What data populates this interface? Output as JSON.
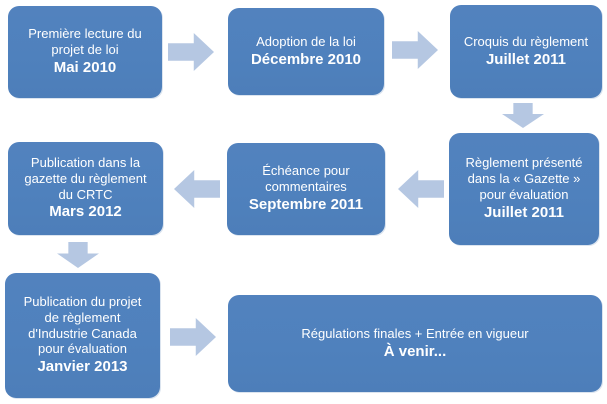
{
  "diagram": {
    "type": "process-flow-timeline",
    "language": "fr",
    "colors": {
      "box_fill": "#4F81BD",
      "arrow_fill": "#B5C7E2",
      "text": "#FFFFFF",
      "background": "#FFFFFF"
    },
    "nodes": [
      {
        "label": "Première lecture du projet de loi",
        "date": "Mai 2010"
      },
      {
        "label": "Adoption de la loi",
        "date": "Décembre 2010"
      },
      {
        "label": "Croquis du règlement",
        "date": "Juillet 2011"
      },
      {
        "label": "Règlement présenté dans la « Gazette » pour évaluation",
        "date": "Juillet 2011"
      },
      {
        "label": "Échéance pour commentaires",
        "date": "Septembre 2011"
      },
      {
        "label": "Publication dans la gazette du règlement du CRTC",
        "date": "Mars 2012"
      },
      {
        "label": "Publication du projet de règlement d'Industrie Canada pour évaluation",
        "date": "Janvier 2013"
      },
      {
        "label": "Régulations finales + Entrée en vigueur",
        "date": "À venir..."
      }
    ],
    "arrows": [
      {
        "from": 0,
        "to": 1,
        "direction": "right"
      },
      {
        "from": 1,
        "to": 2,
        "direction": "right"
      },
      {
        "from": 2,
        "to": 3,
        "direction": "down"
      },
      {
        "from": 3,
        "to": 4,
        "direction": "left"
      },
      {
        "from": 4,
        "to": 5,
        "direction": "left"
      },
      {
        "from": 5,
        "to": 6,
        "direction": "down"
      },
      {
        "from": 6,
        "to": 7,
        "direction": "right"
      }
    ]
  }
}
